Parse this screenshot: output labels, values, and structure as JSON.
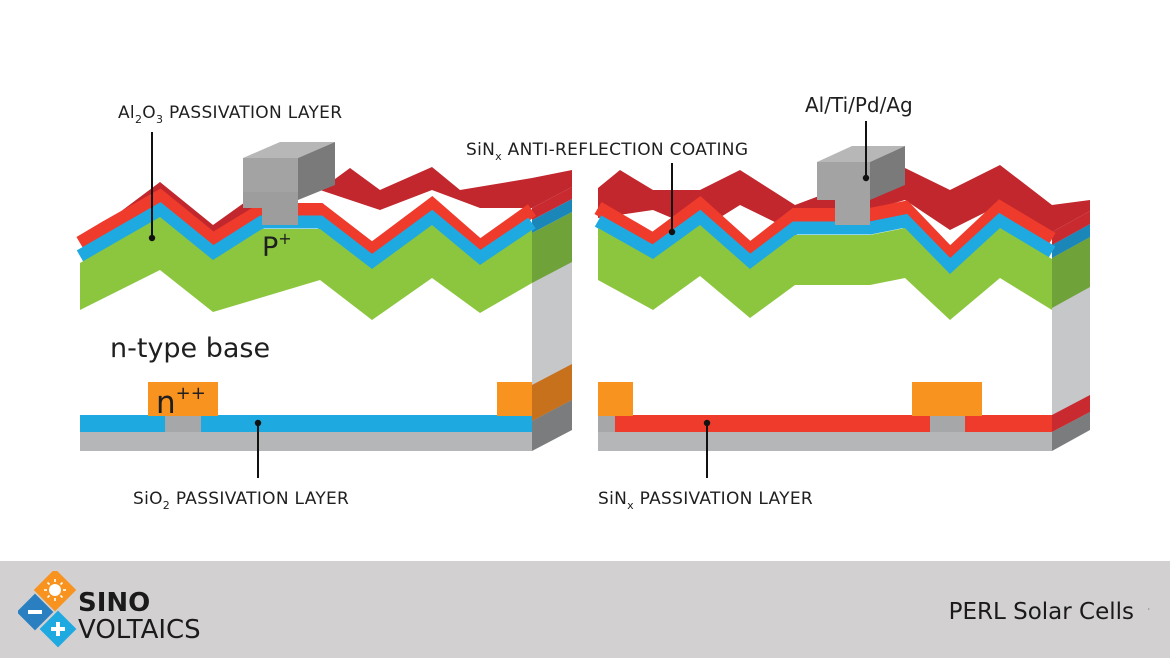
{
  "labels": {
    "al2o3": {
      "main": "Al",
      "sub1": "2",
      "mid": "O",
      "sub2": "3",
      "rest": " PASSIVATION LAYER"
    },
    "sinx_arc": {
      "main": "SiN",
      "sub": "x",
      "rest": " ANTI-REFLECTION COATING"
    },
    "metal_stack": "Al/Ti/Pd/Ag",
    "p_plus": {
      "main": "P",
      "sup": "+"
    },
    "base": "n-type base",
    "n_plus_plus": {
      "main": "n",
      "sup": "++"
    },
    "sio2": {
      "main": "SiO",
      "sub": "2",
      "rest": " PASSIVATION LAYER"
    },
    "sinx_pass": {
      "main": "SiN",
      "sub": "x",
      "rest": " PASSIVATION LAYER"
    }
  },
  "colors": {
    "silicon_green": "#8cc63f",
    "silicon_green_side": "#6fa33a",
    "al2o3_blue": "#1fa9e1",
    "al2o3_blue_side": "#1b86b8",
    "sinx_red_front": "#ef3b2c",
    "sinx_red_top": "#c1272d",
    "side_red": "#c82a30",
    "contact_gray": "#9d9d9d",
    "contact_gray_top": "#b7b7b7",
    "contact_gray_side": "#7a7a7a",
    "base_side": "#c6c7c9",
    "orange": "#f7931e",
    "orange_side": "#c8711c",
    "footer_bg": "#d2d0d1"
  },
  "footer": {
    "logo_top": "SINO",
    "logo_bottom": "VOLTAICS",
    "title": "PERL Solar Cells"
  },
  "icons": [
    "sun-icon",
    "minus-icon",
    "plus-icon"
  ]
}
